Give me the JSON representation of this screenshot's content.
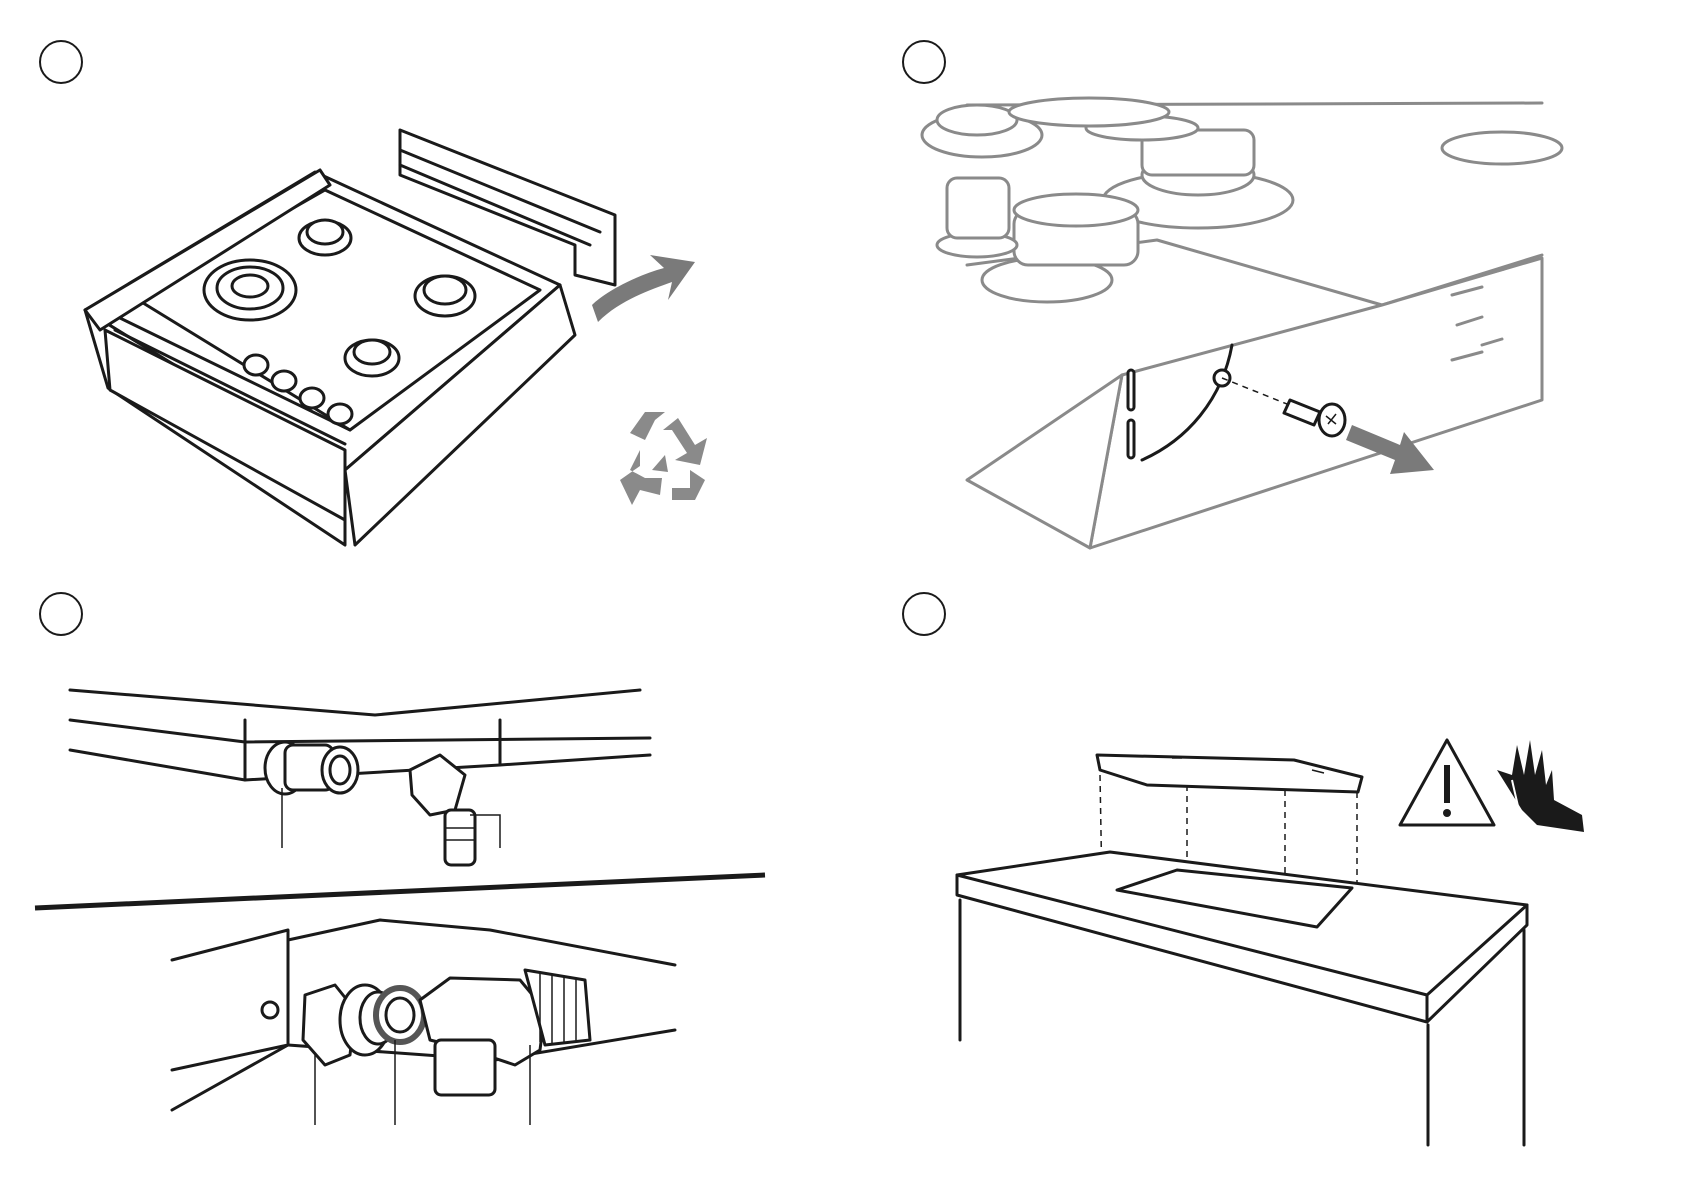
{
  "steps": [
    {
      "id": 1,
      "subject": "unpack-and-recycle-packaging"
    },
    {
      "id": 2,
      "subject": "remove-transport-screw"
    },
    {
      "id": 3,
      "subject": "gas-connection-fittings"
    },
    {
      "id": 4,
      "subject": "install-into-countertop-cutout"
    }
  ],
  "icons": {
    "recycle": "recycle-icon",
    "warning": "warning-triangle-icon",
    "hand": "cut-hand-icon",
    "arrow": "curved-arrow-icon"
  },
  "colors": {
    "line": "#1a1a1a",
    "ghost": "#8a8a8a",
    "arrow": "#7a7a7a",
    "background": "#ffffff"
  }
}
